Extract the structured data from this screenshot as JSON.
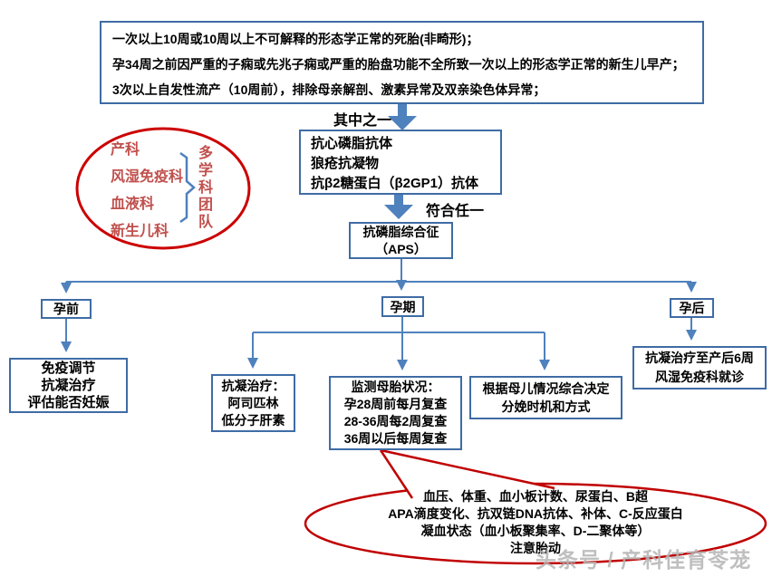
{
  "colors": {
    "accent_blue": "#4f81bd",
    "box_border_blue": "#3f6ca5",
    "red_ellipse": "#cc0000",
    "department_red": "#c0504d",
    "text": "#000000",
    "watermark_gray": "#b5b5b5"
  },
  "criteria_box": {
    "lines": [
      "一次以上10周或10周以上不可解释的形态学正常的死胎(非畸形)；",
      "孕34周之前因严重的子痫或先兆子痫或严重的胎盘功能不全所致一次以上的形态学正常的新生儿早产；",
      "3次以上自发性流产（10周前），排除母亲解剖、激素异常及双亲染色体异常；"
    ]
  },
  "one_of_label": "其中之一",
  "antibody_box": {
    "lines": [
      "抗心磷脂抗体",
      "狼疮抗凝物",
      "抗β2糖蛋白（β2GP1）抗体"
    ]
  },
  "any_of_label": "符合任一",
  "aps_box": {
    "lines": [
      "抗磷脂综合征",
      "（APS）"
    ]
  },
  "team_ellipse": {
    "departments": [
      "产科",
      "风湿免疫科",
      "血液科",
      "新生儿科"
    ],
    "label": "多学科团队"
  },
  "stages": {
    "pre": "孕前",
    "during": "孕期",
    "post": "孕后"
  },
  "pre_treatment_box": {
    "lines": [
      "免疫调节",
      "抗凝治疗",
      "评估能否妊娠"
    ]
  },
  "anticoag_box": {
    "lines": [
      "抗凝治疗：",
      "阿司匹林",
      "低分子肝素"
    ]
  },
  "monitor_box": {
    "lines": [
      "监测母胎状况：",
      "孕28周前每月复查",
      "28-36周每2周复查",
      "36周以后每周复查"
    ]
  },
  "delivery_box": {
    "lines": [
      "根据母儿情况综合决定",
      "分娩时机和方式"
    ]
  },
  "post_treatment_box": {
    "lines": [
      "抗凝治疗至产后6周",
      "风湿免疫科就诊"
    ]
  },
  "monitor_callout": {
    "lines": [
      "血压、体重、血小板计数、尿蛋白、B超",
      "APA滴度变化、抗双链DNA抗体、补体、C-反应蛋白",
      "凝血状态（血小板聚集率、D-二聚体等）",
      "注意胎动"
    ]
  },
  "watermark": "头条号 / 产科佳育苓茏"
}
